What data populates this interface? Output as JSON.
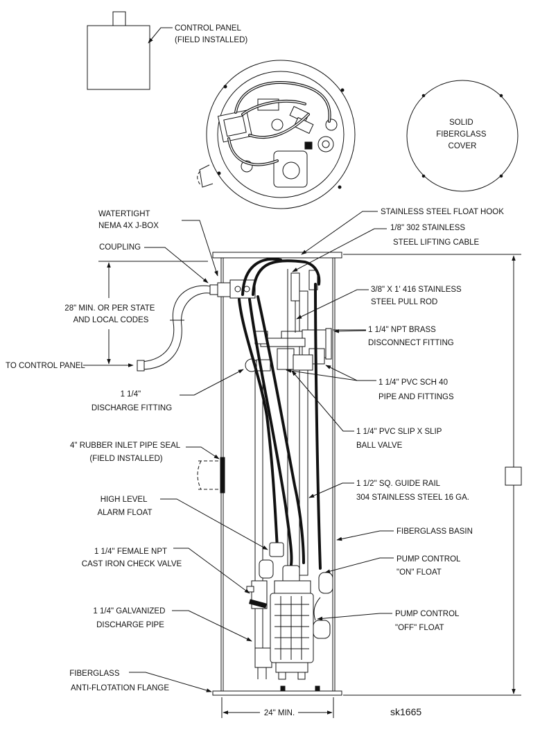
{
  "drawing_id": "sk1665",
  "labels": {
    "control_panel": [
      "CONTROL PANEL",
      "(FIELD INSTALLED)"
    ],
    "cover": [
      "SOLID",
      "FIBERGLASS",
      "COVER"
    ],
    "jbox": [
      "WATERTIGHT",
      "NEMA 4X J-BOX"
    ],
    "coupling": [
      "COUPLING"
    ],
    "min_depth": [
      "28\" MIN. OR PER STATE",
      "AND LOCAL CODES"
    ],
    "to_control_panel": [
      "TO CONTROL PANEL"
    ],
    "discharge_fitting": [
      "1 1/4\"",
      "DISCHARGE FITTING"
    ],
    "inlet_seal": [
      "4\" RUBBER INLET PIPE SEAL",
      "(FIELD INSTALLED)"
    ],
    "high_level": [
      "HIGH LEVEL",
      "ALARM FLOAT"
    ],
    "check_valve": [
      "1 1/4\" FEMALE NPT",
      "CAST IRON CHECK VALVE"
    ],
    "galvanized": [
      "1 1/4\" GALVANIZED",
      "DISCHARGE PIPE"
    ],
    "flange": [
      "FIBERGLASS",
      "ANTI-FLOTATION FLANGE"
    ],
    "float_hook": [
      "STAINLESS STEEL FLOAT HOOK"
    ],
    "lifting_cable": [
      "1/8\" 302 STAINLESS",
      "STEEL LIFTING CABLE"
    ],
    "pull_rod": [
      "3/8\" X 1' 416 STAINLESS",
      "STEEL PULL ROD"
    ],
    "disconnect": [
      "1 1/4\" NPT BRASS",
      "DISCONNECT FITTING"
    ],
    "pvc_sch40": [
      "1 1/4\" PVC SCH 40",
      "PIPE AND FITTINGS"
    ],
    "ball_valve": [
      "1 1/4\" PVC SLIP X SLIP",
      "BALL VALVE"
    ],
    "guide_rail": [
      "1 1/2\" SQ. GUIDE RAIL",
      "304 STAINLESS STEEL 16 GA."
    ],
    "basin": [
      "FIBERGLASS BASIN"
    ],
    "on_float": [
      "PUMP CONTROL",
      "\"ON\" FLOAT"
    ],
    "off_float": [
      "PUMP CONTROL",
      "\"OFF\" FLOAT"
    ],
    "width": [
      "24\" MIN."
    ]
  }
}
